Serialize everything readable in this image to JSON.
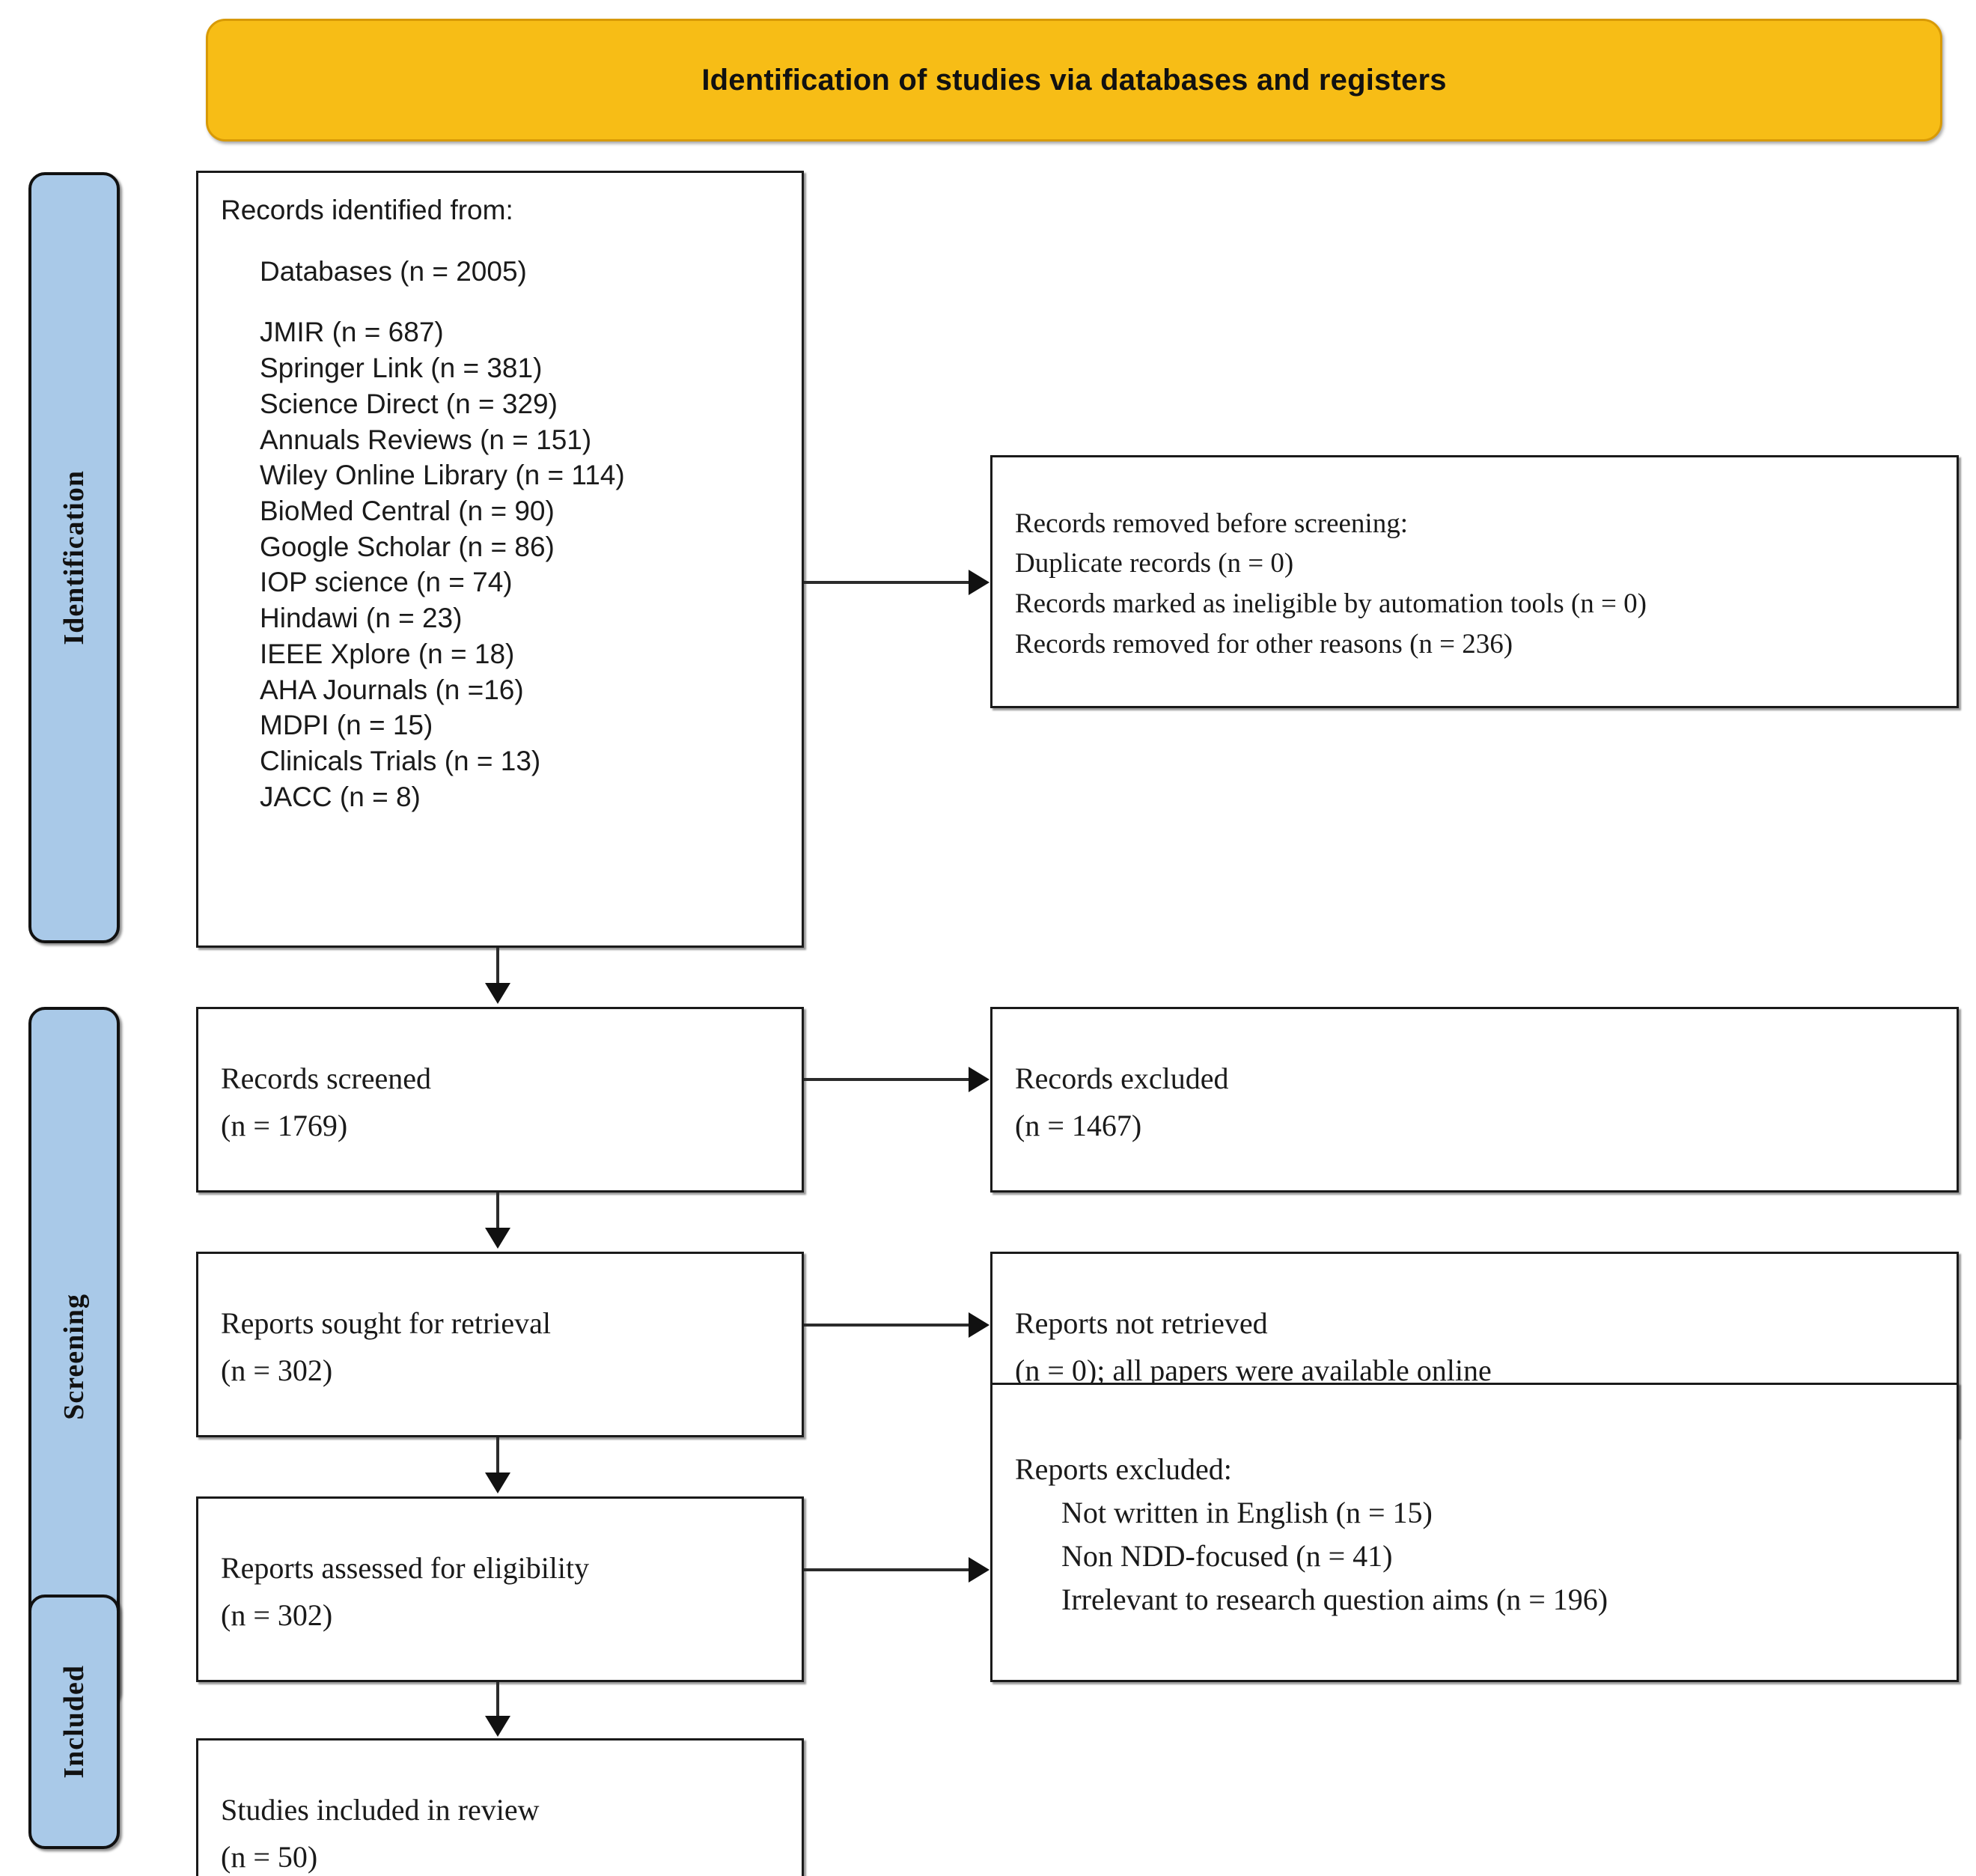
{
  "banner": {
    "title": "Identification of studies via databases and registers",
    "color": "#F7BD16"
  },
  "stages": [
    {
      "label": "Identification"
    },
    {
      "label": "Screening"
    },
    {
      "label": "Included"
    }
  ],
  "identification": {
    "heading": "Records identified from:",
    "databases_total": "Databases (n = 2005)",
    "sources": [
      "JMIR (n = 687)",
      "Springer Link (n = 381)",
      "Science Direct (n = 329)",
      "Annuals Reviews (n = 151)",
      "Wiley Online Library (n = 114)",
      "BioMed Central (n = 90)",
      "Google Scholar (n = 86)",
      "IOP science (n = 74)",
      "Hindawi (n = 23)",
      "IEEE Xplore (n = 18)",
      "AHA Journals (n =16)",
      "MDPI (n = 15)",
      "Clinicals Trials (n = 13)",
      "JACC (n = 8)"
    ]
  },
  "removed_before_screening": {
    "heading": "Records removed before screening:",
    "lines": [
      "Duplicate records (n = 0)",
      "Records marked as ineligible by automation tools (n = 0)",
      "Records removed for other reasons (n = 236)"
    ]
  },
  "records_screened": {
    "label": "Records screened",
    "count": "(n = 1769)"
  },
  "records_excluded": {
    "label": "Records excluded",
    "count": "(n = 1467)"
  },
  "reports_sought": {
    "label": "Reports sought for retrieval",
    "count": "(n = 302)"
  },
  "reports_not_retrieved": {
    "label": "Reports not retrieved",
    "count": "(n = 0); all papers were available online"
  },
  "reports_assessed": {
    "label": "Reports assessed for eligibility",
    "count": "(n = 302)"
  },
  "reports_excluded": {
    "heading": "Reports excluded:",
    "reasons": [
      "Not written in English (n = 15)",
      "Non NDD-focused (n = 41)",
      "Irrelevant to research question aims (n = 196)"
    ]
  },
  "studies_included": {
    "label": "Studies included in review",
    "count": "(n = 50)"
  }
}
